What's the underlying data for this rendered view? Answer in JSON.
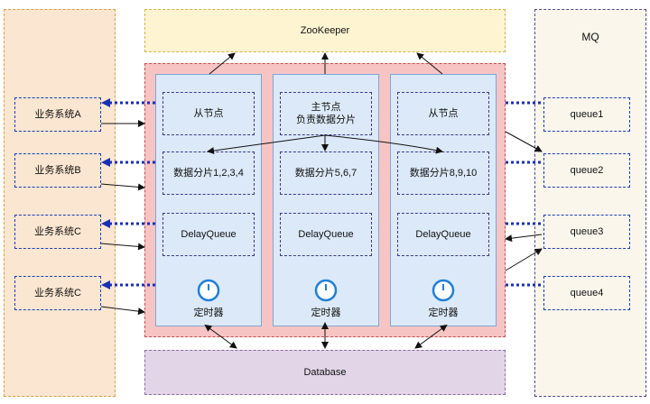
{
  "zookeeper": "ZooKeeper",
  "database": "Database",
  "mq": {
    "title": "MQ",
    "queues": [
      "queue1",
      "queue2",
      "queue3",
      "queue4"
    ]
  },
  "systems": [
    "业务系统A",
    "业务系统B",
    "业务系统C",
    "业务系统C"
  ],
  "nodes": [
    {
      "role": "从节点",
      "shards": "数据分片1,2,3,4",
      "queue": "DelayQueue",
      "timer": "定时器"
    },
    {
      "role": "主节点\n负责数据分片",
      "shards": "数据分片5,6,7",
      "queue": "DelayQueue",
      "timer": "定时器"
    },
    {
      "role": "从节点",
      "shards": "数据分片8,9,10",
      "queue": "DelayQueue",
      "timer": "定时器"
    }
  ],
  "colors": {
    "blue_arrow": "#1a2fb5",
    "clock": "#1f7fd6"
  },
  "icons": [
    "clock-icon"
  ]
}
